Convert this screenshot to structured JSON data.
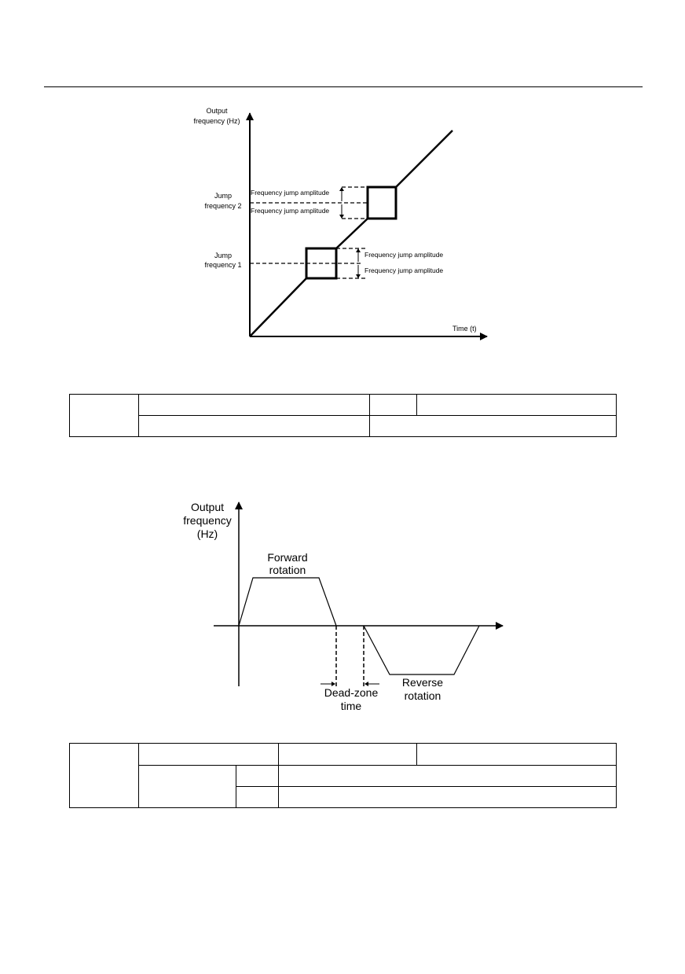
{
  "figure1": {
    "y_axis_label_line1": "Output",
    "y_axis_label_line2": "frequency (Hz)",
    "x_axis_label": "Time (t)",
    "jump_freq_2_line1": "Jump",
    "jump_freq_2_line2": "frequency 2",
    "jump_freq_1_line1": "Jump",
    "jump_freq_1_line2": "frequency 1",
    "amplitude_label": "Frequency jump amplitude"
  },
  "figure2": {
    "y_axis_label_line1": "Output",
    "y_axis_label_line2": "frequency",
    "y_axis_label_line3": "(Hz)",
    "forward_line1": "Forward",
    "forward_line2": "rotation",
    "reverse_line1": "Reverse",
    "reverse_line2": "rotation",
    "deadzone_line1": "Dead-zone",
    "deadzone_line2": "time"
  }
}
